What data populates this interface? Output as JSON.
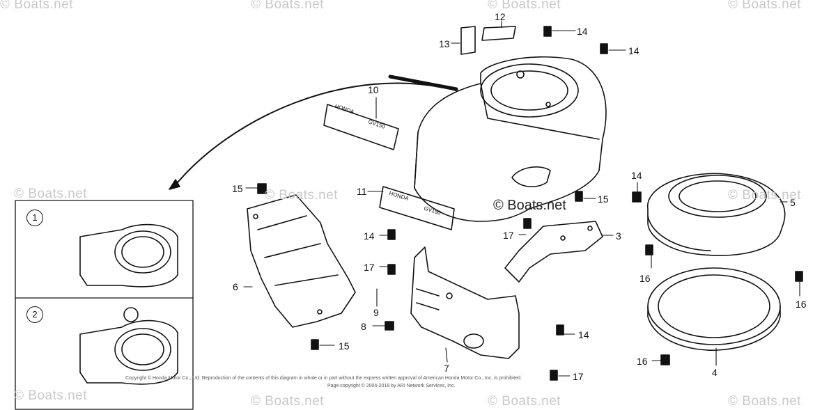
{
  "watermark_text": "© Boats.net",
  "options": [
    {
      "marker": "1"
    },
    {
      "marker": "2"
    }
  ],
  "callouts": [
    {
      "n": "12"
    },
    {
      "n": "13"
    },
    {
      "n": "14"
    },
    {
      "n": "14"
    },
    {
      "n": "10"
    },
    {
      "n": "15"
    },
    {
      "n": "11"
    },
    {
      "n": "14"
    },
    {
      "n": "5"
    },
    {
      "n": "15"
    },
    {
      "n": "14"
    },
    {
      "n": "17"
    },
    {
      "n": "3"
    },
    {
      "n": "17"
    },
    {
      "n": "16"
    },
    {
      "n": "6"
    },
    {
      "n": "9"
    },
    {
      "n": "16"
    },
    {
      "n": "8"
    },
    {
      "n": "14"
    },
    {
      "n": "15"
    },
    {
      "n": "7"
    },
    {
      "n": "16"
    },
    {
      "n": "4"
    },
    {
      "n": "17"
    }
  ],
  "copyright_line1": "Copyright © Honda Motor Co., Ltd. Reproduction of the contents of this diagram in whole or in part without the express written approval of American Honda Motor Co., Inc. is prohibited.",
  "copyright_line2": "Page copyright © 2004-2018 by ARI Network Services, Inc.",
  "decal_text": [
    "HONDA",
    "GV150",
    "HONDA",
    "GV150"
  ]
}
